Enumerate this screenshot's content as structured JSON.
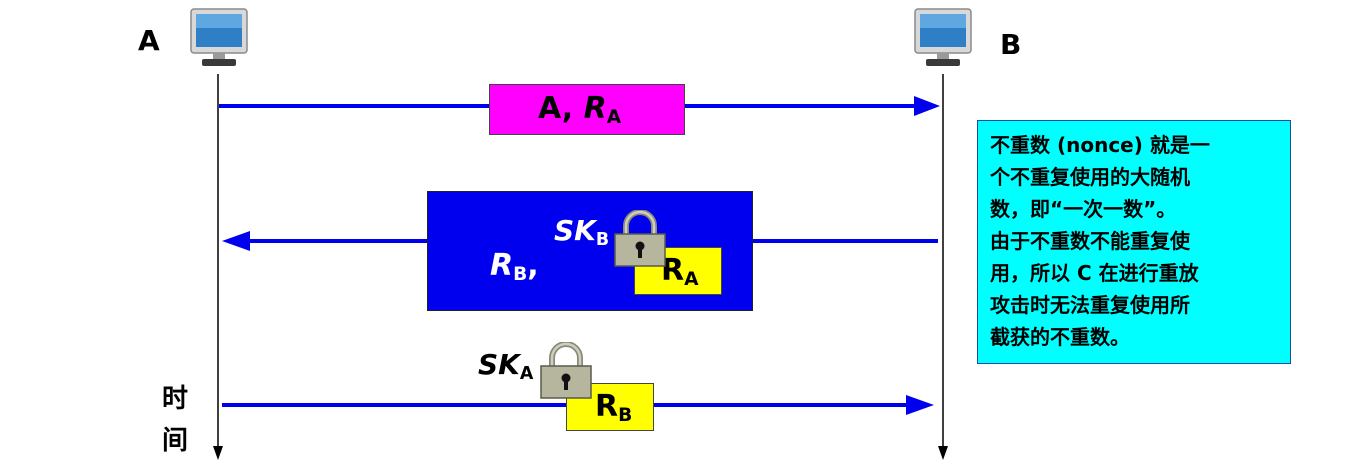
{
  "hosts": {
    "a_label": "A",
    "b_label": "B"
  },
  "time_axis": {
    "char1": "时",
    "char2": "间"
  },
  "messages": {
    "m1": {
      "text_a": "A,",
      "text_r": "R",
      "text_r_sub": "A",
      "color": "#ff00ff"
    },
    "m2": {
      "rb": "R",
      "rb_sub": "B",
      "comma": ",",
      "key": "SK",
      "key_sub": "B",
      "inner": "R",
      "inner_sub": "A",
      "color": "#0000ee"
    },
    "m3": {
      "key": "SK",
      "key_sub": "A",
      "inner": "R",
      "inner_sub": "B"
    },
    "inner_box_color": "#ffff00"
  },
  "note": {
    "lines": [
      "不重数 (nonce) 就是一",
      "个不重复使用的大随机",
      "数，即“一次一数”。",
      "由于不重数不能重复使",
      "用，所以 C 在进行重放",
      "攻击时无法重复使用所",
      "截获的不重数。"
    ],
    "color": "#00ffff"
  },
  "icons": {
    "computer": "computer-icon",
    "lock": "padlock-icon"
  }
}
